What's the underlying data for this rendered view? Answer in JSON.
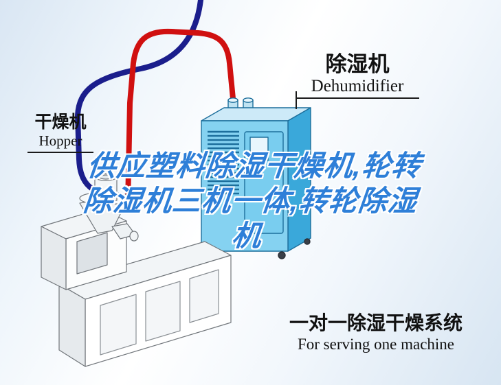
{
  "watermark": {
    "lines": [
      "供应塑料除湿干燥机,轮转",
      "除湿机三机一体,转轮除湿",
      "机"
    ],
    "color": "#2e7fd8"
  },
  "labels": {
    "hopper_zh": "干燥机",
    "hopper_en": "Hopper",
    "dehumidifier_zh": "除湿机",
    "dehumidifier_en": "Dehumidifier"
  },
  "caption": {
    "zh": "一对一除湿干燥系统",
    "en": "For serving one machine"
  },
  "illustration": {
    "hose_red": "#d01010",
    "hose_blue": "#1b1e8c",
    "dehumidifier_body": "#85d2f1",
    "dehumidifier_side": "#3aa8da"
  }
}
